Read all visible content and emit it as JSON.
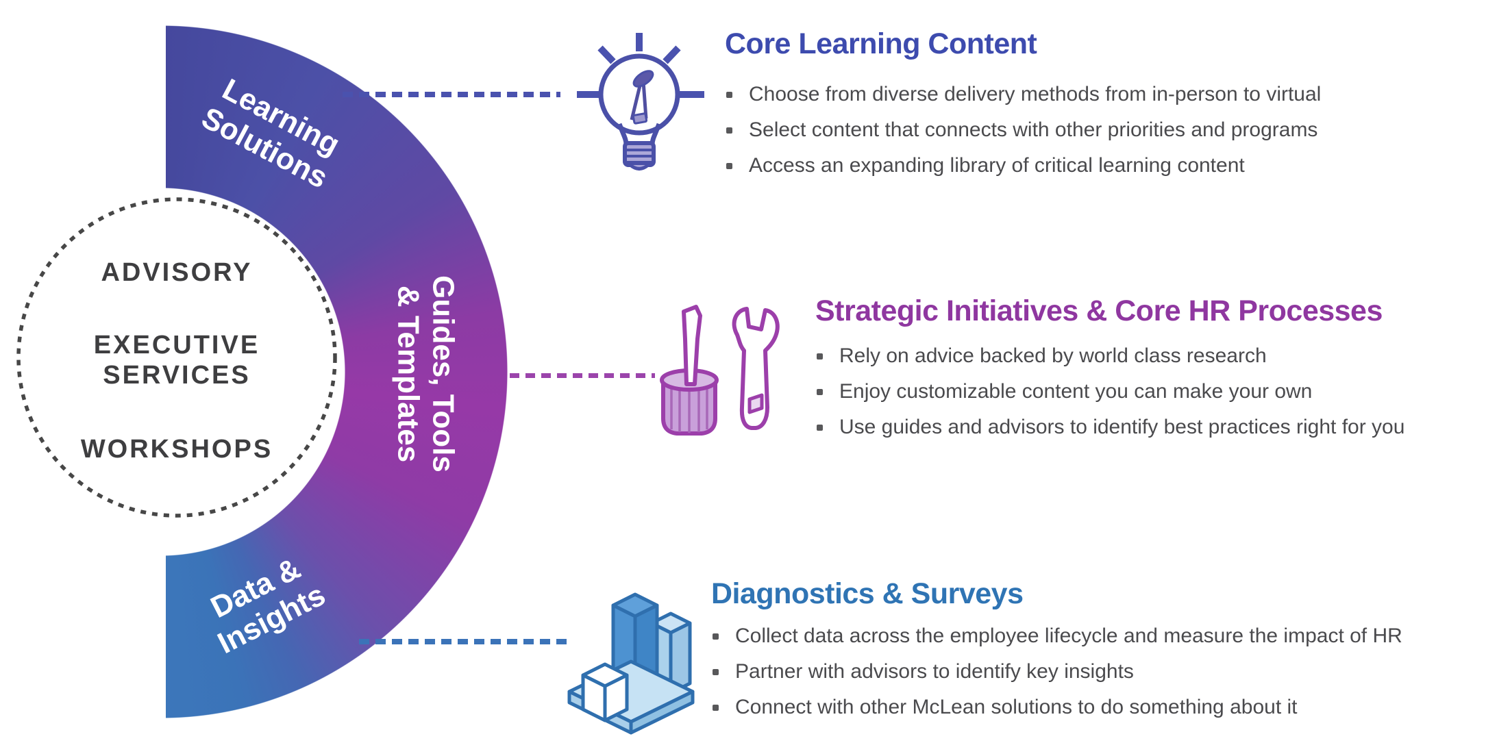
{
  "ring": {
    "segments": [
      {
        "line1": "Learning",
        "line2": "Solutions",
        "color": "#4C50A7"
      },
      {
        "line1": "Guides, Tools",
        "line2": "& Templates",
        "color": "#9639A7"
      },
      {
        "line1": "Data &",
        "line2": "Insights",
        "color": "#3B73B8"
      }
    ]
  },
  "center": {
    "items": [
      "ADVISORY",
      "EXECUTIVE SERVICES",
      "WORKSHOPS"
    ],
    "border_color": "#474747"
  },
  "connectors": {
    "top_color": "#4A52AE",
    "middle_color": "#9B44AB",
    "bottom_color": "#3B73B8"
  },
  "sections": [
    {
      "title": "Core Learning Content",
      "color": "#3D4BAE",
      "icon": "lightbulb-icon",
      "bullets": [
        "Choose from diverse delivery methods from in-person to virtual",
        "Select content that connects with other priorities and programs",
        "Access an expanding library of critical learning content"
      ]
    },
    {
      "title": "Strategic Initiatives & Core HR Processes",
      "color": "#8F37A0",
      "icon": "tools-icon",
      "bullets": [
        "Rely on advice backed by world class research",
        "Enjoy customizable content you can make your own",
        "Use guides and advisors to identify best practices right for you"
      ]
    },
    {
      "title": "Diagnostics & Surveys",
      "color": "#2F74B4",
      "icon": "bar-chart-icon",
      "bullets": [
        "Collect data across the employee lifecycle and measure the impact of HR",
        "Partner with advisors to identify key insights",
        "Connect with other McLean solutions to do something about it"
      ]
    }
  ]
}
